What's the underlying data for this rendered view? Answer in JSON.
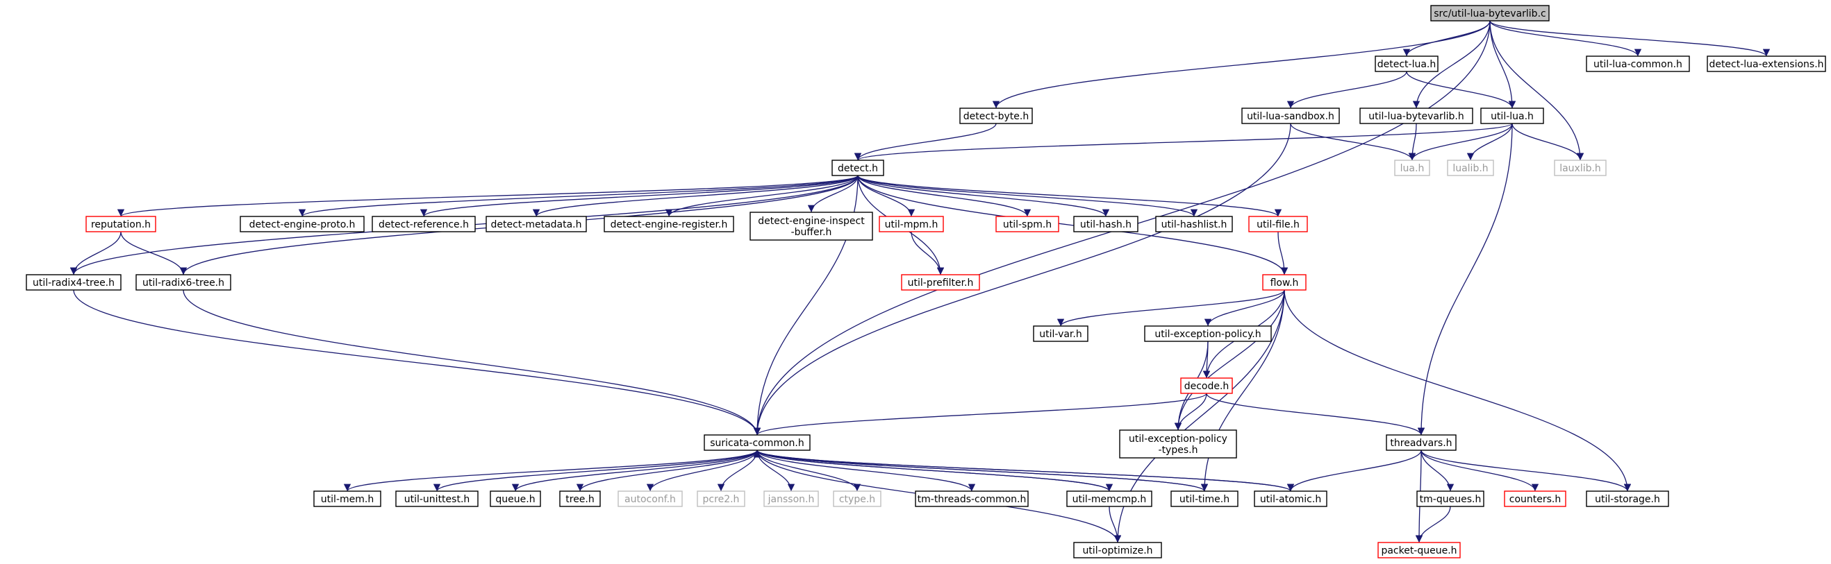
{
  "colors": {
    "edge": "#191970",
    "normal_border": "#000000",
    "normal_text": "#000000",
    "missing_border": "#bfbfbf",
    "missing_text": "#9a9a9a",
    "truncated_border": "#ff0000",
    "root_fill": "#bfbfbf"
  },
  "nodes": [
    {
      "id": "root",
      "label": "src/util-lua-bytevarlib.c",
      "kind": "root"
    },
    {
      "id": "detect-lua",
      "label": "detect-lua.h",
      "kind": "normal"
    },
    {
      "id": "util-lua-common",
      "label": "util-lua-common.h",
      "kind": "normal"
    },
    {
      "id": "detect-lua-extensions",
      "label": "detect-lua-extensions.h",
      "kind": "normal"
    },
    {
      "id": "detect-byte",
      "label": "detect-byte.h",
      "kind": "normal"
    },
    {
      "id": "util-lua-sandbox",
      "label": "util-lua-sandbox.h",
      "kind": "normal"
    },
    {
      "id": "util-lua-bytevarlib",
      "label": "util-lua-bytevarlib.h",
      "kind": "normal"
    },
    {
      "id": "util-lua",
      "label": "util-lua.h",
      "kind": "normal"
    },
    {
      "id": "detect",
      "label": "detect.h",
      "kind": "normal"
    },
    {
      "id": "lua",
      "label": "lua.h",
      "kind": "missing"
    },
    {
      "id": "lualib",
      "label": "lualib.h",
      "kind": "missing"
    },
    {
      "id": "lauxlib",
      "label": "lauxlib.h",
      "kind": "missing"
    },
    {
      "id": "reputation",
      "label": "reputation.h",
      "kind": "truncated"
    },
    {
      "id": "detect-engine-proto",
      "label": "detect-engine-proto.h",
      "kind": "normal"
    },
    {
      "id": "detect-reference",
      "label": "detect-reference.h",
      "kind": "normal"
    },
    {
      "id": "detect-metadata",
      "label": "detect-metadata.h",
      "kind": "normal"
    },
    {
      "id": "detect-engine-register",
      "label": "detect-engine-register.h",
      "kind": "normal"
    },
    {
      "id": "detect-engine-inspect-buffer",
      "label": "detect-engine-inspect\n-buffer.h",
      "kind": "normal"
    },
    {
      "id": "util-mpm",
      "label": "util-mpm.h",
      "kind": "truncated"
    },
    {
      "id": "util-spm",
      "label": "util-spm.h",
      "kind": "truncated"
    },
    {
      "id": "util-hash",
      "label": "util-hash.h",
      "kind": "normal"
    },
    {
      "id": "util-hashlist",
      "label": "util-hashlist.h",
      "kind": "normal"
    },
    {
      "id": "util-file",
      "label": "util-file.h",
      "kind": "truncated"
    },
    {
      "id": "util-radix4-tree",
      "label": "util-radix4-tree.h",
      "kind": "normal"
    },
    {
      "id": "util-radix6-tree",
      "label": "util-radix6-tree.h",
      "kind": "normal"
    },
    {
      "id": "util-prefilter",
      "label": "util-prefilter.h",
      "kind": "truncated"
    },
    {
      "id": "flow",
      "label": "flow.h",
      "kind": "truncated"
    },
    {
      "id": "util-var",
      "label": "util-var.h",
      "kind": "normal"
    },
    {
      "id": "util-exception-policy",
      "label": "util-exception-policy.h",
      "kind": "normal"
    },
    {
      "id": "decode",
      "label": "decode.h",
      "kind": "truncated"
    },
    {
      "id": "suricata-common",
      "label": "suricata-common.h",
      "kind": "normal"
    },
    {
      "id": "util-exception-policy-types",
      "label": "util-exception-policy\n-types.h",
      "kind": "normal"
    },
    {
      "id": "threadvars",
      "label": "threadvars.h",
      "kind": "normal"
    },
    {
      "id": "util-mem",
      "label": "util-mem.h",
      "kind": "normal"
    },
    {
      "id": "util-unittest",
      "label": "util-unittest.h",
      "kind": "normal"
    },
    {
      "id": "queue",
      "label": "queue.h",
      "kind": "normal"
    },
    {
      "id": "tree",
      "label": "tree.h",
      "kind": "normal"
    },
    {
      "id": "autoconf",
      "label": "autoconf.h",
      "kind": "missing"
    },
    {
      "id": "pcre2",
      "label": "pcre2.h",
      "kind": "missing"
    },
    {
      "id": "jansson",
      "label": "jansson.h",
      "kind": "missing"
    },
    {
      "id": "ctype",
      "label": "ctype.h",
      "kind": "missing"
    },
    {
      "id": "tm-threads-common",
      "label": "tm-threads-common.h",
      "kind": "normal"
    },
    {
      "id": "util-memcmp",
      "label": "util-memcmp.h",
      "kind": "normal"
    },
    {
      "id": "util-time",
      "label": "util-time.h",
      "kind": "normal"
    },
    {
      "id": "util-atomic",
      "label": "util-atomic.h",
      "kind": "normal"
    },
    {
      "id": "tm-queues",
      "label": "tm-queues.h",
      "kind": "normal"
    },
    {
      "id": "counters",
      "label": "counters.h",
      "kind": "truncated"
    },
    {
      "id": "util-storage",
      "label": "util-storage.h",
      "kind": "normal"
    },
    {
      "id": "util-optimize",
      "label": "util-optimize.h",
      "kind": "normal"
    },
    {
      "id": "packet-queue",
      "label": "packet-queue.h",
      "kind": "truncated"
    }
  ],
  "edges": [
    [
      "root",
      "detect-lua"
    ],
    [
      "root",
      "util-lua-common"
    ],
    [
      "root",
      "detect-lua-extensions"
    ],
    [
      "root",
      "detect-byte"
    ],
    [
      "root",
      "util-lua-bytevarlib"
    ],
    [
      "root",
      "util-lua"
    ],
    [
      "root",
      "lauxlib"
    ],
    [
      "root",
      "suricata-common"
    ],
    [
      "detect-lua",
      "util-lua-sandbox"
    ],
    [
      "detect-lua",
      "util-lua"
    ],
    [
      "detect-byte",
      "detect"
    ],
    [
      "util-lua-sandbox",
      "lua"
    ],
    [
      "util-lua-sandbox",
      "suricata-common"
    ],
    [
      "util-lua-bytevarlib",
      "lua"
    ],
    [
      "util-lua",
      "detect"
    ],
    [
      "util-lua",
      "lua"
    ],
    [
      "util-lua",
      "lualib"
    ],
    [
      "util-lua",
      "lauxlib"
    ],
    [
      "util-lua",
      "threadvars"
    ],
    [
      "detect",
      "reputation"
    ],
    [
      "detect",
      "detect-engine-proto"
    ],
    [
      "detect",
      "detect-reference"
    ],
    [
      "detect",
      "detect-metadata"
    ],
    [
      "detect",
      "detect-engine-register"
    ],
    [
      "detect",
      "detect-engine-inspect-buffer"
    ],
    [
      "detect",
      "util-mpm"
    ],
    [
      "detect",
      "util-spm"
    ],
    [
      "detect",
      "util-hash"
    ],
    [
      "detect",
      "util-hashlist"
    ],
    [
      "detect",
      "util-file"
    ],
    [
      "detect",
      "util-radix4-tree"
    ],
    [
      "detect",
      "util-radix6-tree"
    ],
    [
      "detect",
      "util-prefilter"
    ],
    [
      "detect",
      "flow"
    ],
    [
      "detect",
      "suricata-common"
    ],
    [
      "reputation",
      "util-radix4-tree"
    ],
    [
      "reputation",
      "util-radix6-tree"
    ],
    [
      "util-mpm",
      "util-prefilter"
    ],
    [
      "util-file",
      "flow"
    ],
    [
      "util-radix4-tree",
      "suricata-common"
    ],
    [
      "util-radix6-tree",
      "suricata-common"
    ],
    [
      "flow",
      "util-var"
    ],
    [
      "flow",
      "util-exception-policy"
    ],
    [
      "flow",
      "decode"
    ],
    [
      "flow",
      "util-exception-policy-types"
    ],
    [
      "flow",
      "util-time"
    ],
    [
      "flow",
      "util-optimize"
    ],
    [
      "flow",
      "util-storage"
    ],
    [
      "util-exception-policy",
      "decode"
    ],
    [
      "util-exception-policy",
      "util-exception-policy-types"
    ],
    [
      "decode",
      "suricata-common"
    ],
    [
      "decode",
      "util-exception-policy-types"
    ],
    [
      "decode",
      "threadvars"
    ],
    [
      "suricata-common",
      "util-mem"
    ],
    [
      "suricata-common",
      "util-unittest"
    ],
    [
      "suricata-common",
      "queue"
    ],
    [
      "suricata-common",
      "tree"
    ],
    [
      "suricata-common",
      "autoconf"
    ],
    [
      "suricata-common",
      "pcre2"
    ],
    [
      "suricata-common",
      "jansson"
    ],
    [
      "suricata-common",
      "ctype"
    ],
    [
      "suricata-common",
      "tm-threads-common"
    ],
    [
      "suricata-common",
      "util-memcmp"
    ],
    [
      "suricata-common",
      "util-time"
    ],
    [
      "suricata-common",
      "util-atomic"
    ],
    [
      "suricata-common",
      "util-optimize"
    ],
    [
      "util-memcmp",
      "suricata-common"
    ],
    [
      "util-memcmp",
      "util-optimize"
    ],
    [
      "util-time",
      "suricata-common"
    ],
    [
      "util-atomic",
      "suricata-common"
    ],
    [
      "threadvars",
      "util-atomic"
    ],
    [
      "threadvars",
      "tm-queues"
    ],
    [
      "threadvars",
      "counters"
    ],
    [
      "threadvars",
      "util-storage"
    ],
    [
      "threadvars",
      "packet-queue"
    ],
    [
      "tm-queues",
      "packet-queue"
    ]
  ]
}
